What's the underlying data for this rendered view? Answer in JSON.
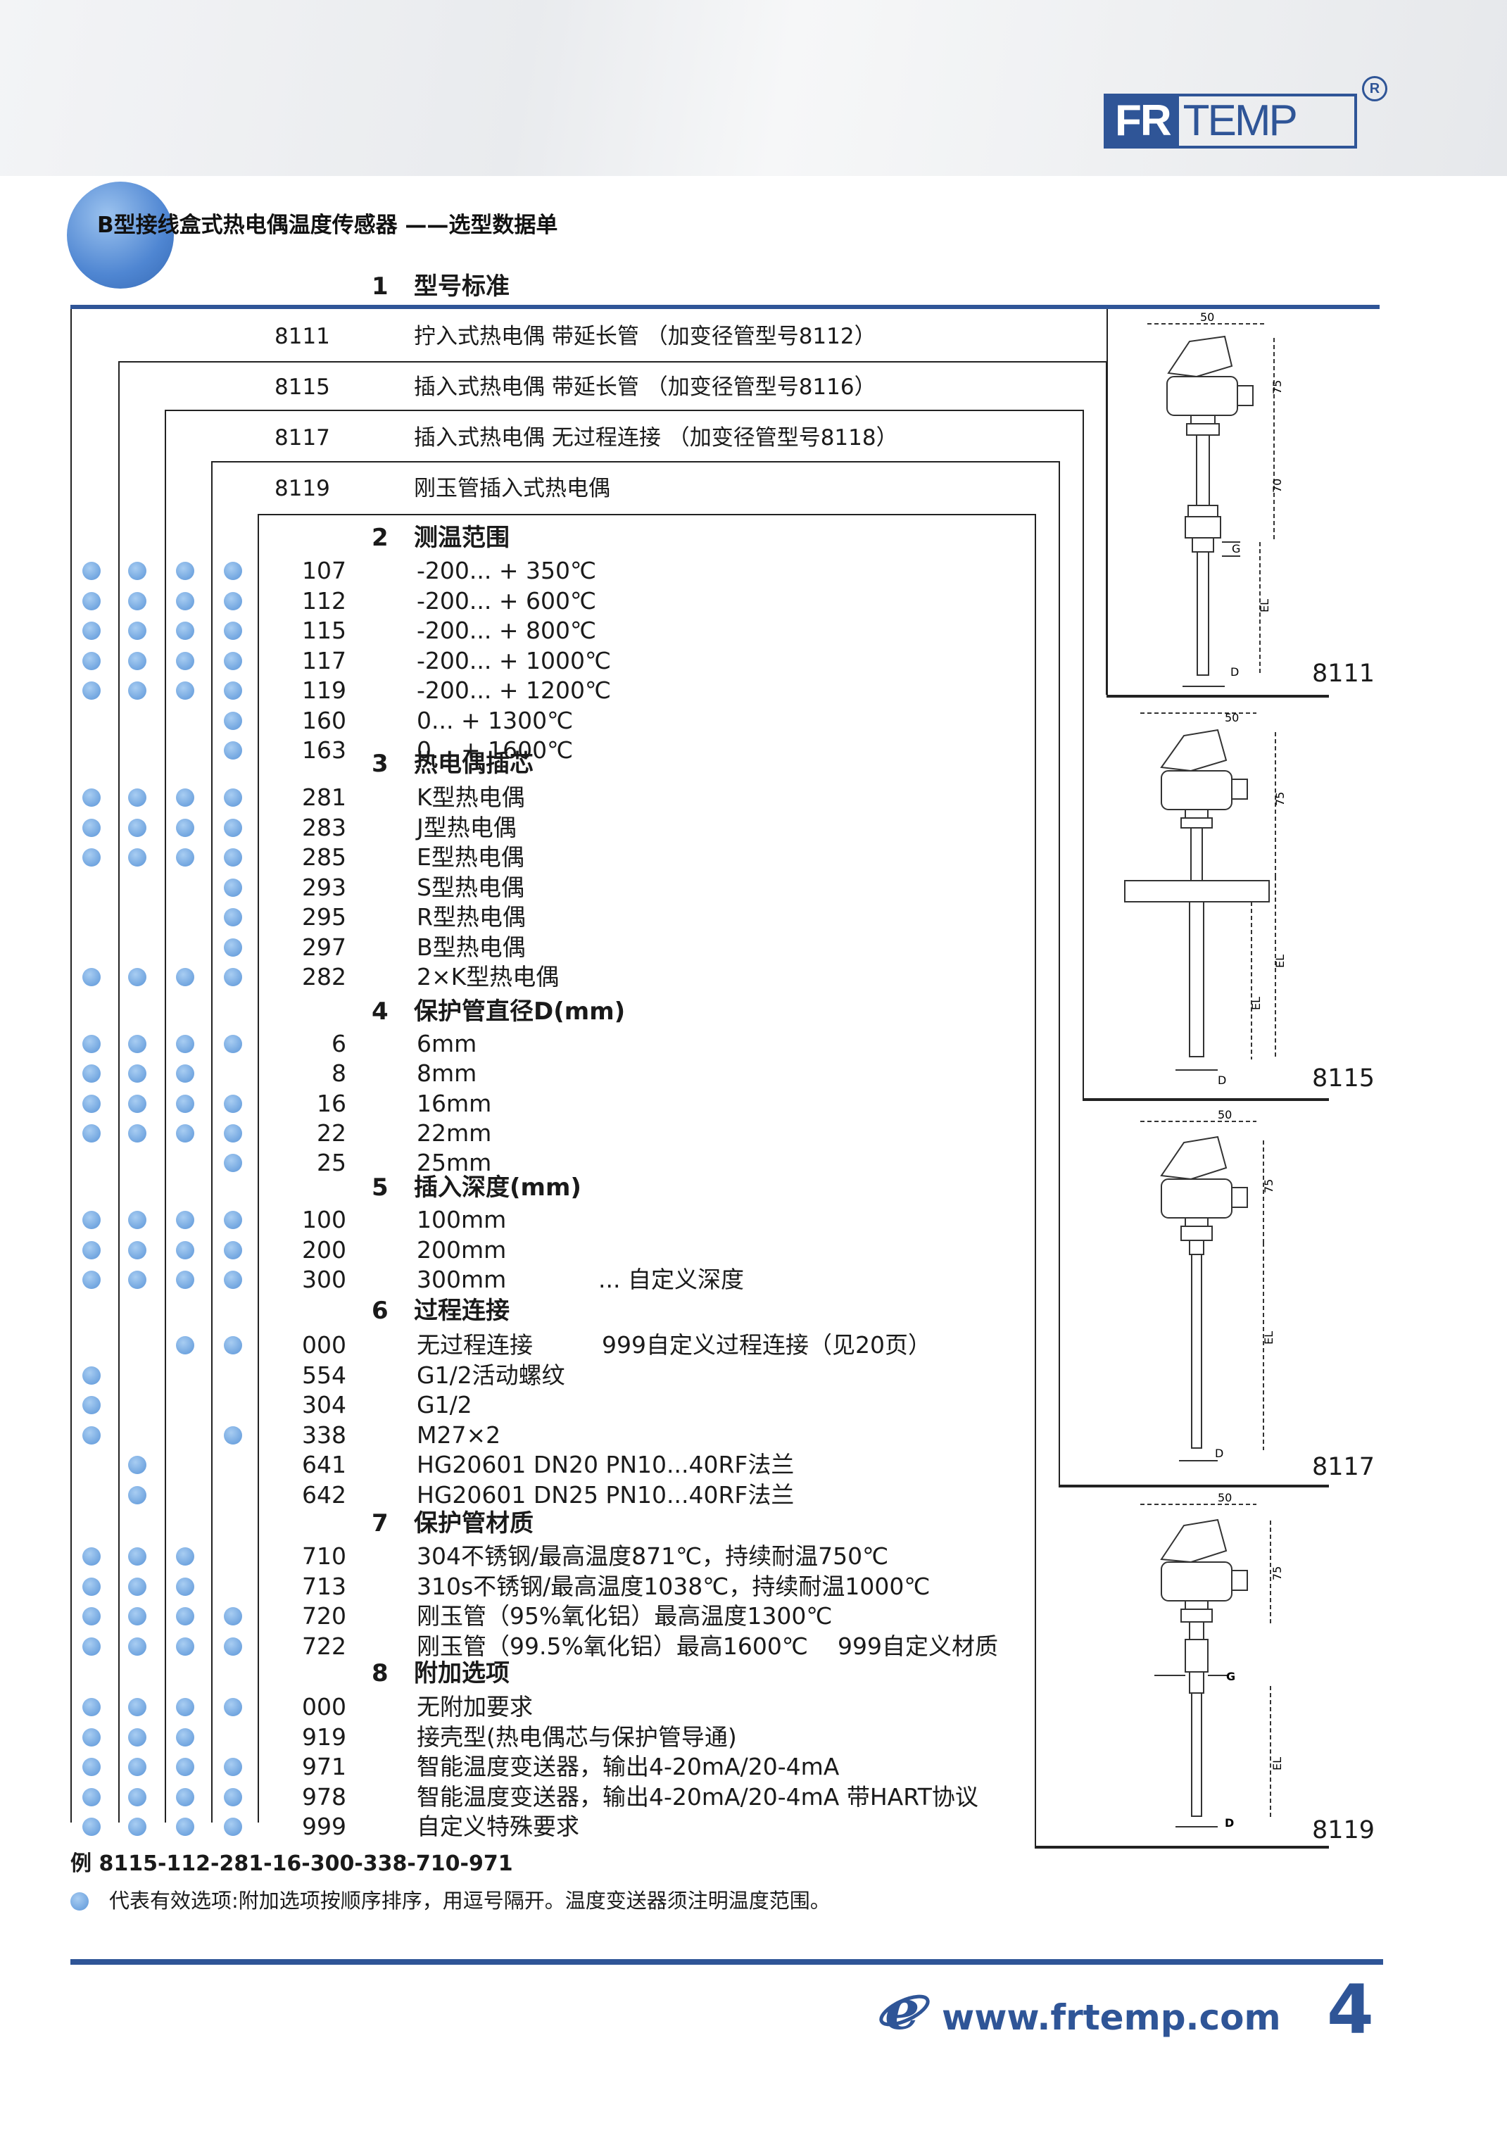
{
  "brand": {
    "logo_fr": "FR",
    "logo_temp": "TEMP",
    "registered": "R"
  },
  "title": "B型接线盒式热电偶温度传感器 ——选型数据单",
  "models": [
    {
      "code": "8111",
      "desc": "拧入式热电偶 带延长管 （加变径管型号8112）"
    },
    {
      "code": "8115",
      "desc": "插入式热电偶 带延长管 （加变径管型号8116）"
    },
    {
      "code": "8117",
      "desc": "插入式热电偶 无过程连接 （加变径管型号8118）"
    },
    {
      "code": "8119",
      "desc": "刚玉管插入式热电偶"
    }
  ],
  "sections": [
    {
      "num": "1",
      "title": "型号标准",
      "rows": []
    },
    {
      "num": "2",
      "title": "测温范围",
      "rows": [
        {
          "code": "107",
          "desc": "-200... + 350℃",
          "dots": [
            1,
            1,
            1,
            1
          ]
        },
        {
          "code": "112",
          "desc": "-200... + 600℃",
          "dots": [
            1,
            1,
            1,
            1
          ]
        },
        {
          "code": "115",
          "desc": "-200... + 800℃",
          "dots": [
            1,
            1,
            1,
            1
          ]
        },
        {
          "code": "117",
          "desc": "-200... + 1000℃",
          "dots": [
            1,
            1,
            1,
            1
          ]
        },
        {
          "code": "119",
          "desc": "-200... + 1200℃",
          "dots": [
            1,
            1,
            1,
            1
          ]
        },
        {
          "code": "160",
          "desc": "0... + 1300℃",
          "dots": [
            0,
            0,
            0,
            1
          ]
        },
        {
          "code": "163",
          "desc": "0... + 1600℃",
          "dots": [
            0,
            0,
            0,
            1
          ]
        }
      ]
    },
    {
      "num": "3",
      "title": "热电偶插芯",
      "rows": [
        {
          "code": "281",
          "desc": "K型热电偶",
          "dots": [
            1,
            1,
            1,
            1
          ]
        },
        {
          "code": "283",
          "desc": "J型热电偶",
          "dots": [
            1,
            1,
            1,
            1
          ]
        },
        {
          "code": "285",
          "desc": "E型热电偶",
          "dots": [
            1,
            1,
            1,
            1
          ]
        },
        {
          "code": "293",
          "desc": "S型热电偶",
          "dots": [
            0,
            0,
            0,
            1
          ]
        },
        {
          "code": "295",
          "desc": "R型热电偶",
          "dots": [
            0,
            0,
            0,
            1
          ]
        },
        {
          "code": "297",
          "desc": "B型热电偶",
          "dots": [
            0,
            0,
            0,
            1
          ]
        },
        {
          "code": "282",
          "desc": "2×K型热电偶",
          "dots": [
            1,
            1,
            1,
            1
          ]
        }
      ]
    },
    {
      "num": "4",
      "title": "保护管直径D(mm)",
      "rows": [
        {
          "code": "6",
          "desc": "6mm",
          "dots": [
            1,
            1,
            1,
            1
          ]
        },
        {
          "code": "8",
          "desc": "8mm",
          "dots": [
            1,
            1,
            1,
            0
          ]
        },
        {
          "code": "16",
          "desc": "16mm",
          "dots": [
            1,
            1,
            1,
            1
          ]
        },
        {
          "code": "22",
          "desc": "22mm",
          "dots": [
            1,
            1,
            1,
            1
          ]
        },
        {
          "code": "25",
          "desc": "25mm",
          "dots": [
            0,
            0,
            0,
            1
          ]
        }
      ]
    },
    {
      "num": "5",
      "title": "插入深度(mm)",
      "rows": [
        {
          "code": "100",
          "desc": "100mm",
          "dots": [
            1,
            1,
            1,
            1
          ]
        },
        {
          "code": "200",
          "desc": "200mm",
          "dots": [
            1,
            1,
            1,
            1
          ]
        },
        {
          "code": "300",
          "desc": "300mm",
          "extra": "... 自定义深度",
          "dots": [
            1,
            1,
            1,
            1
          ]
        }
      ]
    },
    {
      "num": "6",
      "title": "过程连接",
      "rows": [
        {
          "code": "000",
          "desc": "无过程连接",
          "extra": "999自定义过程连接（见20页）",
          "dots": [
            0,
            0,
            1,
            1
          ]
        },
        {
          "code": "554",
          "desc": "G1/2活动螺纹",
          "dots": [
            1,
            0,
            0,
            0
          ]
        },
        {
          "code": "304",
          "desc": "G1/2",
          "dots": [
            1,
            0,
            0,
            0
          ]
        },
        {
          "code": "338",
          "desc": "M27×2",
          "dots": [
            1,
            0,
            0,
            1
          ]
        },
        {
          "code": "641",
          "desc": "HG20601 DN20 PN10...40RF法兰",
          "dots": [
            0,
            1,
            0,
            0
          ]
        },
        {
          "code": "642",
          "desc": "HG20601 DN25 PN10...40RF法兰",
          "dots": [
            0,
            1,
            0,
            0
          ]
        }
      ]
    },
    {
      "num": "7",
      "title": "保护管材质",
      "rows": [
        {
          "code": "710",
          "desc": "304不锈钢/最高温度871℃，持续耐温750℃",
          "dots": [
            1,
            1,
            1,
            0
          ]
        },
        {
          "code": "713",
          "desc": "310s不锈钢/最高温度1038℃，持续耐温1000℃",
          "dots": [
            1,
            1,
            1,
            0
          ]
        },
        {
          "code": "720",
          "desc": "刚玉管（95%氧化铝）最高温度1300℃",
          "dots": [
            1,
            1,
            1,
            1
          ]
        },
        {
          "code": "722",
          "desc": "刚玉管（99.5%氧化铝）最高1600℃",
          "extra": "999自定义材质",
          "dots": [
            1,
            1,
            1,
            1
          ]
        }
      ]
    },
    {
      "num": "8",
      "title": "附加选项",
      "rows": [
        {
          "code": "000",
          "desc": "无附加要求",
          "dots": [
            1,
            1,
            1,
            1
          ]
        },
        {
          "code": "919",
          "desc": "接壳型(热电偶芯与保护管导通)",
          "dots": [
            1,
            1,
            1,
            0
          ]
        },
        {
          "code": "971",
          "desc": "智能温度变送器，输出4-20mA/20-4mA",
          "dots": [
            1,
            1,
            1,
            1
          ]
        },
        {
          "code": "978",
          "desc": "智能温度变送器，输出4-20mA/20-4mA 带HART协议",
          "dots": [
            1,
            1,
            1,
            1
          ]
        },
        {
          "code": "999",
          "desc": "自定义特殊要求",
          "dots": [
            1,
            1,
            1,
            1
          ]
        }
      ]
    }
  ],
  "drawings": {
    "d8111": {
      "caption": "8111",
      "w": "50",
      "h1": "75",
      "h2": "70",
      "g": "G",
      "el": "EL",
      "d": "D"
    },
    "d8115": {
      "caption": "8115",
      "w": "50",
      "h1": "75",
      "el1": "EL",
      "el2": "EL",
      "d": "D"
    },
    "d8117": {
      "caption": "8117",
      "w": "50",
      "h1": "75",
      "el": "EL",
      "d": "D"
    },
    "d8119": {
      "caption": "8119",
      "w": "50",
      "h1": "75",
      "g": "G",
      "el": "EL",
      "d": "D"
    }
  },
  "example": "例  8115-112-281-16-300-338-710-971",
  "legend": "代表有效选项:附加选项按顺序排序，用逗号隔开。温度变送器须注明温度范围。",
  "footer": {
    "url": "www.frtemp.com",
    "page": "4"
  },
  "colors": {
    "brand_blue": "#2f5597",
    "dot_blue": "#6aa2e0"
  }
}
